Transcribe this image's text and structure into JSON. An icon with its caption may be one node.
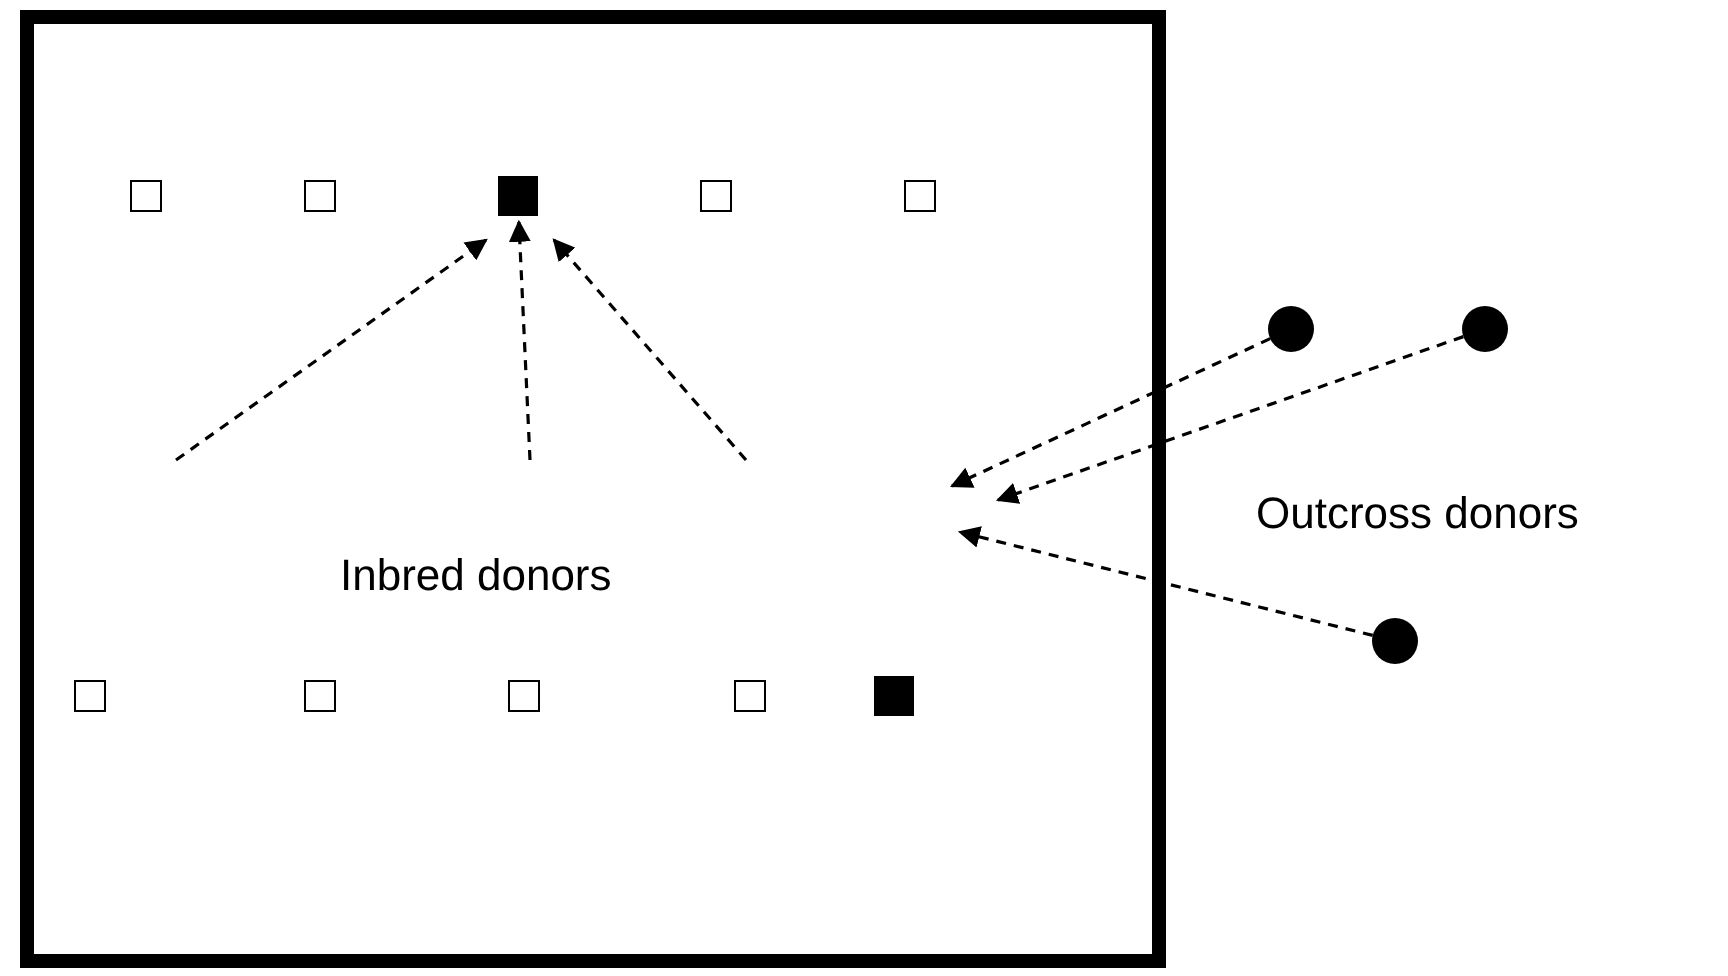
{
  "diagram": {
    "nodes": [
      {
        "text": [
          "Inbred donors"
        ]
      },
      {
        "text": [],
        "shape": "box",
        "in": 0
      },
      {
        "text": [],
        "shape": "box",
        "in": 0
      },
      {
        "text": [],
        "shape": "box",
        "in": 0
      },
      {
        "text": [],
        "shape": "box",
        "in": 0
      },
      {
        "text": [],
        "shape": "box",
        "in": 0
      },
      {
        "text": [],
        "shape": "box",
        "in": 0
      },
      {
        "text": [],
        "shape": "box",
        "in": 0
      },
      {
        "text": [],
        "shape": "box",
        "in": 0
      },
      {
        "text": [],
        "shape": "box",
        "in": 0
      },
      {
        "text": [],
        "shape": "box",
        "in": 0
      },
      {
        "text": [],
        "shape": "circle"
      },
      {
        "text": [],
        "shape": "circle"
      },
      {
        "text": [],
        "shape": "circle"
      }
    ],
    "edges": [
      {
        "from": null,
        "to": 3,
        "arrow": "to",
        "style": "dashed"
      },
      {
        "from": null,
        "to": 3,
        "arrow": "to",
        "style": "dashed"
      },
      {
        "from": null,
        "to": 3,
        "arrow": "to",
        "style": "dashed"
      },
      {
        "from": 11,
        "to": null,
        "arrow": "to",
        "style": "dashed"
      },
      {
        "from": 12,
        "to": null,
        "arrow": "to",
        "style": "dashed"
      },
      {
        "from": 13,
        "to": null,
        "arrow": "to",
        "style": "dashed"
      }
    ],
    "labels": [
      "Outcross donors"
    ]
  }
}
